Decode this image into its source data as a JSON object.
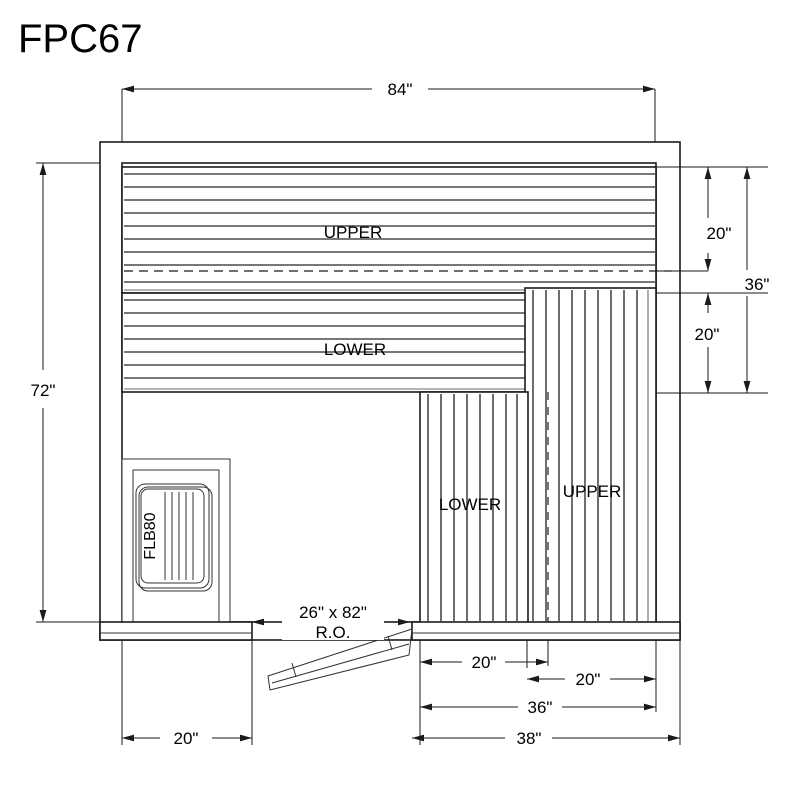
{
  "drawing": {
    "title": "FPC67",
    "units": "inches",
    "bench_labels": {
      "upper_horizontal": "UPPER",
      "lower_horizontal": "LOWER",
      "lower_vertical": "LOWER",
      "upper_vertical": "UPPER"
    },
    "heater": {
      "model": "FLB80"
    },
    "door": {
      "rough_opening_line1": "26\" x 82\"",
      "rough_opening_line2": "R.O."
    },
    "dimensions": {
      "overall_width_top": "84\"",
      "overall_height_left": "72\"",
      "upper_bench_depth_right": "20\"",
      "lower_bench_depth_right": "20\"",
      "bench_total_depth_right": "36\"",
      "lower_bench_width_bottom": "20\"",
      "upper_bench_width_bottom": "20\"",
      "bench_total_width_bottom": "36\"",
      "bench_outer_width_bottom": "38\"",
      "heater_alcove_width_bottom": "20\""
    },
    "colors": {
      "line": "#1a1a1a",
      "slat": "#4a4a4a",
      "background": "#ffffff"
    }
  }
}
